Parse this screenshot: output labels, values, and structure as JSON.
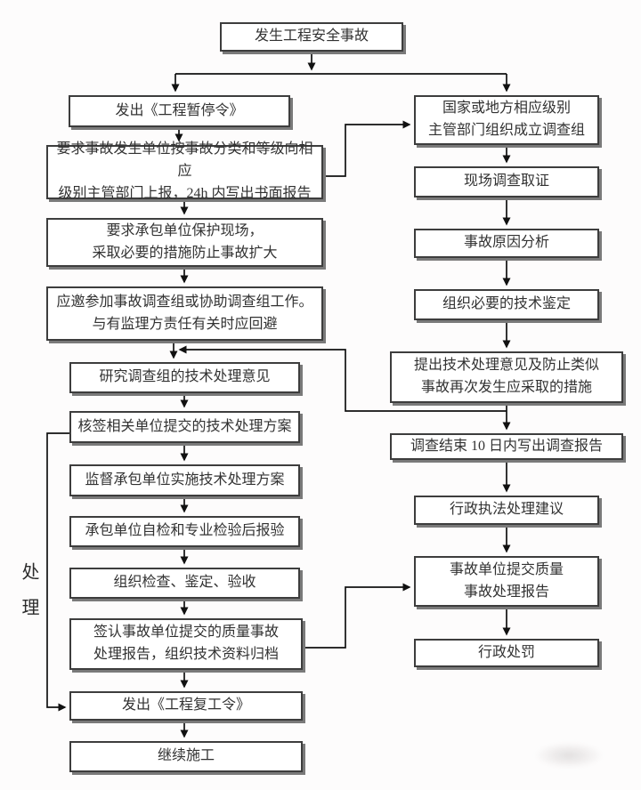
{
  "diagram": {
    "side_label": "处理",
    "nodes": {
      "start": {
        "id": "start",
        "label": "发生工程安全事故"
      },
      "left_column": [
        {
          "id": "issue-suspension",
          "label": "发出《工程暂停令》"
        },
        {
          "id": "report-24h",
          "label": "要求事故发生单位按事故分类和等级向相应\n级别主管部门上报，24h 内写出书面报告"
        },
        {
          "id": "protect-site",
          "label": "要求承包单位保护现场，\n采取必要的措施防止事故扩大"
        },
        {
          "id": "join-investigation",
          "label": "应邀参加事故调查组或协助调查组工作。\n与有监理方责任有关时应回避"
        },
        {
          "id": "study-opinions",
          "label": "研究调查组的技术处理意见"
        },
        {
          "id": "countersign-plan",
          "label": "核签相关单位提交的技术处理方案"
        },
        {
          "id": "supervise-implementation",
          "label": "监督承包单位实施技术处理方案"
        },
        {
          "id": "contractor-inspection",
          "label": "承包单位自检和专业检验后报验"
        },
        {
          "id": "organize-acceptance",
          "label": "组织检查、鉴定、验收"
        },
        {
          "id": "countersign-report-archive",
          "label": "签认事故单位提交的质量事故\n处理报告，组织技术资料归档"
        },
        {
          "id": "issue-resume",
          "label": "发出《工程复工令》"
        },
        {
          "id": "continue-construction",
          "label": "继续施工"
        }
      ],
      "right_column": [
        {
          "id": "form-investigation-team",
          "label": "国家或地方相应级别\n主管部门组织成立调查组"
        },
        {
          "id": "site-evidence",
          "label": "现场调查取证"
        },
        {
          "id": "cause-analysis",
          "label": "事故原因分析"
        },
        {
          "id": "technical-appraisal",
          "label": "组织必要的技术鉴定"
        },
        {
          "id": "technical-opinions-measures",
          "label": "提出技术处理意见及防止类似\n事故再次发生应采取的措施"
        },
        {
          "id": "investigation-report-10d",
          "label": "调查结束 10 日内写出调查报告"
        },
        {
          "id": "enforcement-suggestion",
          "label": "行政执法处理建议"
        },
        {
          "id": "submit-quality-report",
          "label": "事故单位提交质量\n事故处理报告"
        },
        {
          "id": "administrative-penalty",
          "label": "行政处罚"
        }
      ]
    },
    "edges": [
      {
        "from": "start",
        "to": "issue-suspension"
      },
      {
        "from": "start",
        "to": "form-investigation-team"
      },
      {
        "from": "issue-suspension",
        "to": "report-24h"
      },
      {
        "from": "report-24h",
        "to": "protect-site"
      },
      {
        "from": "report-24h",
        "to": "form-investigation-team"
      },
      {
        "from": "protect-site",
        "to": "join-investigation"
      },
      {
        "from": "join-investigation",
        "to": "study-opinions"
      },
      {
        "from": "technical-opinions-measures",
        "to": "study-opinions"
      },
      {
        "from": "study-opinions",
        "to": "countersign-plan"
      },
      {
        "from": "countersign-plan",
        "to": "supervise-implementation"
      },
      {
        "from": "countersign-plan",
        "to": "issue-resume"
      },
      {
        "from": "supervise-implementation",
        "to": "contractor-inspection"
      },
      {
        "from": "contractor-inspection",
        "to": "organize-acceptance"
      },
      {
        "from": "organize-acceptance",
        "to": "countersign-report-archive"
      },
      {
        "from": "countersign-report-archive",
        "to": "issue-resume"
      },
      {
        "from": "countersign-report-archive",
        "to": "submit-quality-report"
      },
      {
        "from": "issue-resume",
        "to": "continue-construction"
      },
      {
        "from": "form-investigation-team",
        "to": "site-evidence"
      },
      {
        "from": "site-evidence",
        "to": "cause-analysis"
      },
      {
        "from": "cause-analysis",
        "to": "technical-appraisal"
      },
      {
        "from": "technical-appraisal",
        "to": "technical-opinions-measures"
      },
      {
        "from": "technical-opinions-measures",
        "to": "investigation-report-10d"
      },
      {
        "from": "investigation-report-10d",
        "to": "enforcement-suggestion"
      },
      {
        "from": "enforcement-suggestion",
        "to": "submit-quality-report"
      },
      {
        "from": "submit-quality-report",
        "to": "administrative-penalty"
      }
    ],
    "colors": {
      "box_border": "#3d3d3d",
      "box_shadow": "#7a7a7a",
      "connector": "#111111",
      "text": "#323232",
      "background": "#fdfcfc"
    }
  }
}
